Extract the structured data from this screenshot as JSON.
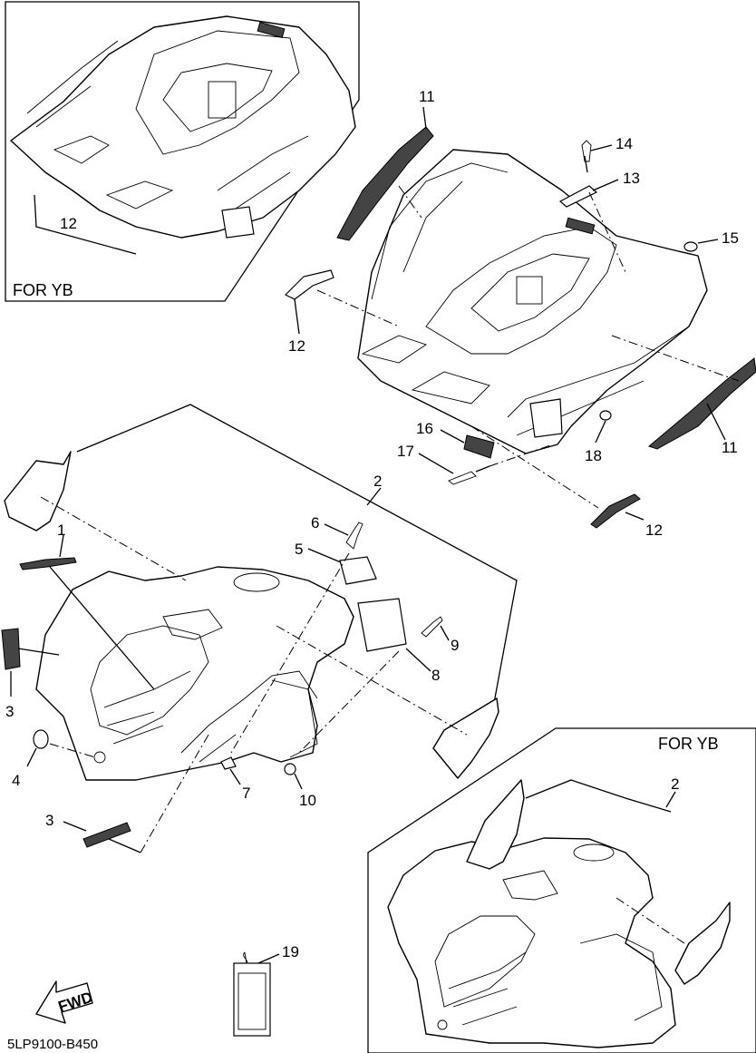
{
  "callouts": {
    "c1": "1",
    "c2a": "2",
    "c2b": "2",
    "c3a": "3",
    "c3b": "3",
    "c4": "4",
    "c5": "5",
    "c6": "6",
    "c7": "7",
    "c8": "8",
    "c9": "9",
    "c10": "10",
    "c11a": "11",
    "c11b": "11",
    "c12a": "12",
    "c12b": "12",
    "c12c": "12",
    "c13": "13",
    "c14": "14",
    "c15": "15",
    "c16": "16",
    "c17": "17",
    "c18": "18",
    "c19": "19"
  },
  "inset_top_left": {
    "title": "FOR YB"
  },
  "inset_bottom_right": {
    "title": "FOR YB"
  },
  "direction_arrow": {
    "label": "FWD"
  },
  "diagram_code": "5LP9100-B450"
}
